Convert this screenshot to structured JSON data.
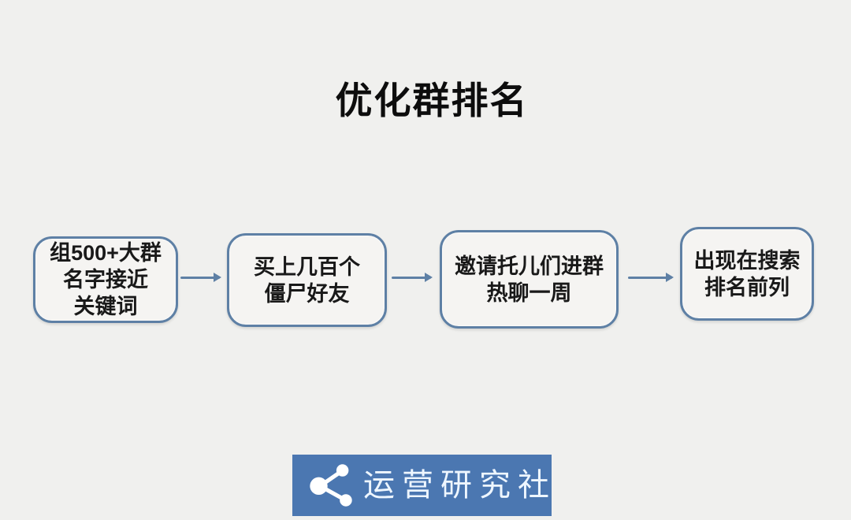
{
  "page": {
    "title": "优化群排名"
  },
  "flow": {
    "steps": [
      {
        "id": 1,
        "lines": [
          "组500+大群",
          "名字接近",
          "关键词"
        ]
      },
      {
        "id": 2,
        "lines": [
          "买上几百个",
          "僵尸好友"
        ]
      },
      {
        "id": 3,
        "lines": [
          "邀请托儿们进群",
          "热聊一周"
        ]
      },
      {
        "id": 4,
        "lines": [
          "出现在搜索",
          "排名前列"
        ]
      }
    ],
    "connector": "right-arrow"
  },
  "footer": {
    "brand_name": "运营研究社",
    "brand_icon": "share-network-icon"
  },
  "colors": {
    "background": "#f0f0ee",
    "box_border": "#5e80a5",
    "box_fill": "#f5f4f2",
    "arrow": "#5e80a5",
    "title_color": "#0d0d0d",
    "box_text_color": "#191919",
    "brand_bg": "#4b77b1",
    "brand_text": "#eef6ff"
  }
}
